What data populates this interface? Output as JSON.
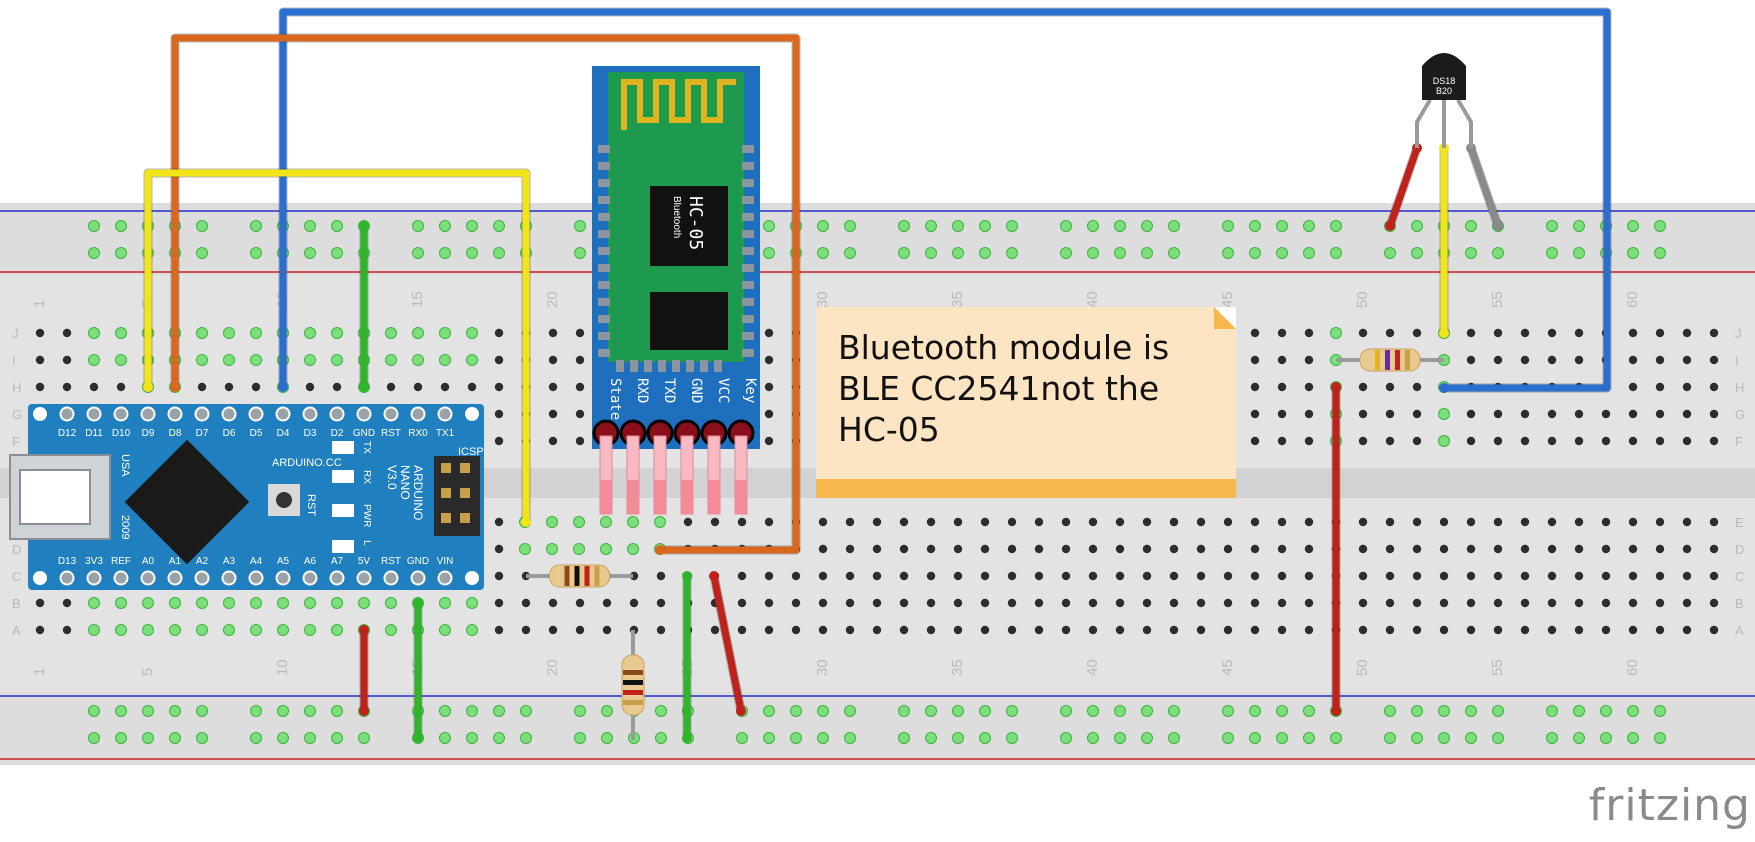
{
  "diagram": {
    "tool": "fritzing",
    "note_text": "Bluetooth module is\nBLE CC2541not the\nHC-05",
    "column_numbers": [
      "1",
      "5",
      "10",
      "15",
      "20",
      "25",
      "30",
      "35",
      "40",
      "45",
      "50",
      "55",
      "60"
    ],
    "row_letters_top": [
      "J",
      "I",
      "H",
      "G",
      "F"
    ],
    "row_letters_bottom": [
      "E",
      "D",
      "C",
      "B",
      "A"
    ],
    "arduino": {
      "top_pins": [
        "D12",
        "D11",
        "D10",
        "D9",
        "D8",
        "D7",
        "D6",
        "D5",
        "D4",
        "D3",
        "D2",
        "GND",
        "RST",
        "RX0",
        "TX1"
      ],
      "bottom_pins": [
        "D13",
        "3V3",
        "REF",
        "A0",
        "A1",
        "A2",
        "A3",
        "A4",
        "A5",
        "A6",
        "A7",
        "5V",
        "RST",
        "GND",
        "VIN"
      ],
      "brand": "ARDUINO.CC",
      "model_lines": [
        "ARDUINO",
        "NANO",
        "V3.0"
      ],
      "country": "USA",
      "year": "2009",
      "reset_label": "RST",
      "icsp_label": "ICSP",
      "led_labels": [
        "TX",
        "RX",
        "PWR",
        "L"
      ]
    },
    "bt_module": {
      "model": "HC-05",
      "sub": "Bluetooth",
      "pins": [
        "State",
        "RXD",
        "TXD",
        "GND",
        "VCC",
        "Key"
      ]
    },
    "sensor": {
      "label_line1": "DS18",
      "label_line2": "B20"
    },
    "colors": {
      "wire_blue": "#2a6fcf",
      "wire_orange": "#d9681e",
      "wire_yellow": "#f2e417",
      "wire_green": "#2fb52a",
      "wire_red": "#c0211b",
      "board_blue": "#1f7fbf",
      "module_green": "#1e9a4e",
      "breadboard": "#e3e3e3",
      "rail_blue": "#2233cc",
      "rail_red": "#cc2222"
    }
  }
}
